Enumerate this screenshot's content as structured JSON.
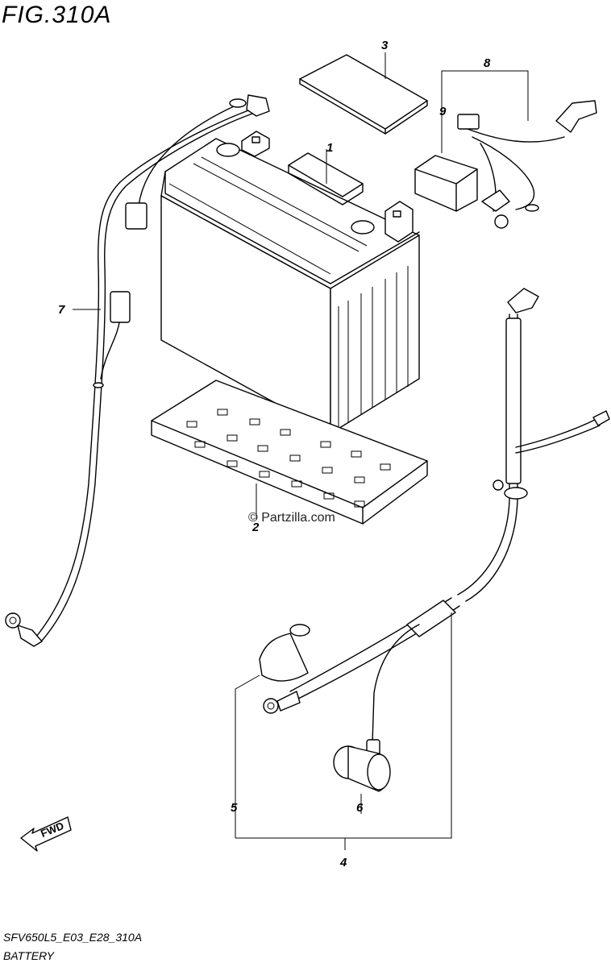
{
  "figure": {
    "title": "FIG.310A",
    "model_code": "SFV650L5_E03_E28_310A",
    "section_name": "BATTERY",
    "watermark": "© Partzilla.com",
    "direction_label": "FWD"
  },
  "callouts": [
    {
      "id": "1",
      "label": "1"
    },
    {
      "id": "2",
      "label": "2"
    },
    {
      "id": "3",
      "label": "3"
    },
    {
      "id": "4",
      "label": "4"
    },
    {
      "id": "5",
      "label": "5"
    },
    {
      "id": "6",
      "label": "6"
    },
    {
      "id": "7",
      "label": "7"
    },
    {
      "id": "8",
      "label": "8"
    },
    {
      "id": "9",
      "label": "9"
    }
  ]
}
